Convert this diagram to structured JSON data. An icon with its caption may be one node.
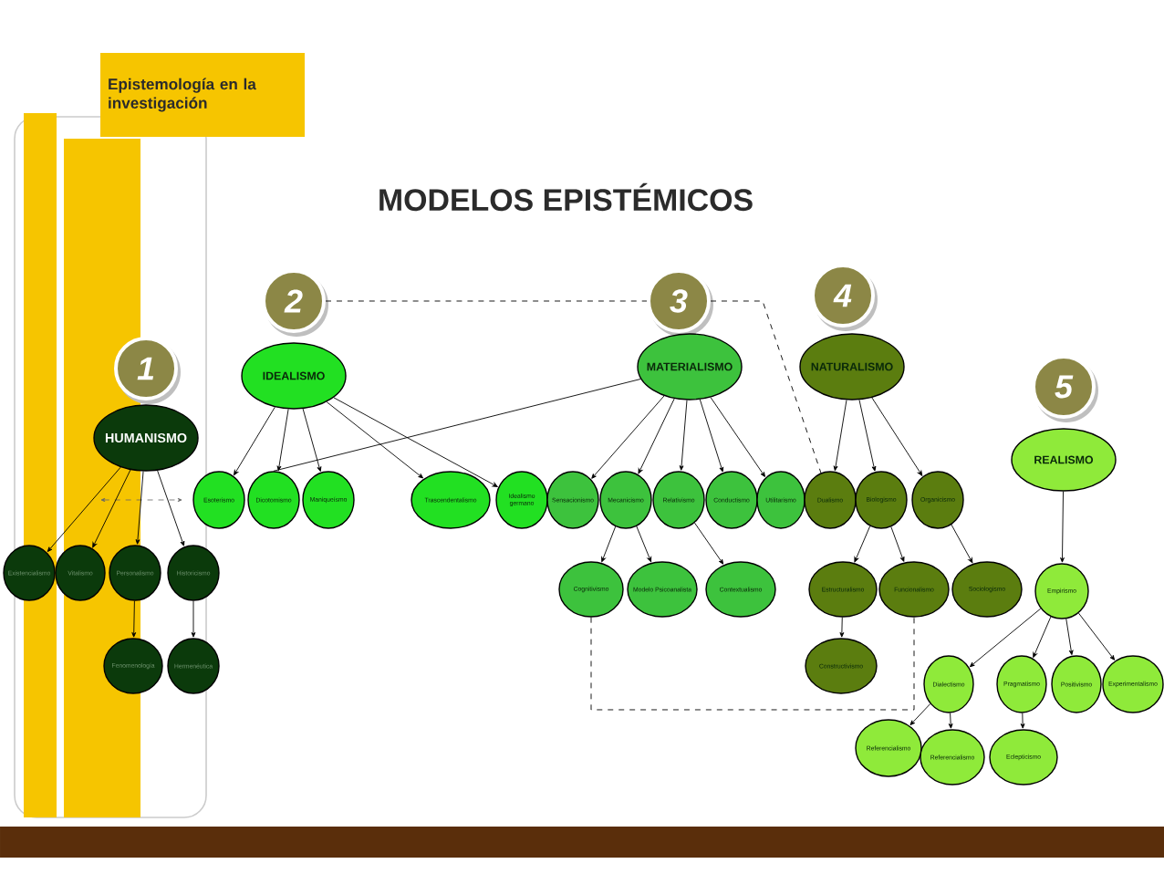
{
  "diagram": {
    "title": "MODELOS EPISTÉMICOS",
    "nodes": [
      {
        "text": [
          "Epistemología en la investigación"
        ]
      },
      {
        "text": [
          "2"
        ]
      },
      {
        "text": [
          "3"
        ]
      },
      {
        "text": [
          "4"
        ]
      },
      {
        "text": [
          "1"
        ]
      },
      {
        "text": [
          "IDEALISMO"
        ]
      },
      {
        "text": [
          "MATERIALISMO"
        ]
      },
      {
        "text": [
          "NATURALISMO"
        ]
      },
      {
        "text": [
          "5"
        ]
      },
      {
        "text": [
          "HUMANISMO"
        ]
      },
      {
        "text": [
          "REALISMO"
        ]
      },
      {
        "text": [
          "Esoterismo"
        ]
      },
      {
        "text": [
          "Dicotomismo"
        ]
      },
      {
        "text": [
          "Maniqueísmo"
        ]
      },
      {
        "text": [
          "Trascendentalismo"
        ]
      },
      {
        "text": [
          "Idealismo germano"
        ]
      },
      {
        "text": [
          "Sensacionismo"
        ]
      },
      {
        "text": [
          "Mecanicismo"
        ]
      },
      {
        "text": [
          "Relativismo"
        ]
      },
      {
        "text": [
          "Conductismo"
        ]
      },
      {
        "text": [
          "Utilitarismo"
        ]
      },
      {
        "text": [
          "Dualismo"
        ]
      },
      {
        "text": [
          "Biologismo"
        ]
      },
      {
        "text": [
          "Organicismo"
        ]
      },
      {
        "text": [
          "Existencialismo"
        ]
      },
      {
        "text": [
          "Vitalismo"
        ]
      },
      {
        "text": [
          "Personalismo"
        ]
      },
      {
        "text": [
          "Historicismo"
        ]
      },
      {
        "text": [
          "Cognitivismo"
        ]
      },
      {
        "text": [
          "Modelo Psicoanalista"
        ]
      },
      {
        "text": [
          "Contextualismo"
        ]
      },
      {
        "text": [
          "Estructuralismo"
        ]
      },
      {
        "text": [
          "Funcionalismo"
        ]
      },
      {
        "text": [
          "Sociologismo"
        ]
      },
      {
        "text": [
          "Empirismo"
        ]
      },
      {
        "text": [
          "Fenomenología"
        ]
      },
      {
        "text": [
          "Hermenéutica"
        ]
      },
      {
        "text": [
          "Constructivismo"
        ]
      },
      {
        "text": [
          "Dialectismo"
        ]
      },
      {
        "text": [
          "Pragmatismo"
        ]
      },
      {
        "text": [
          "Positivismo"
        ]
      },
      {
        "text": [
          "Experimentalismo"
        ]
      },
      {
        "text": [
          "Referencialismo"
        ]
      },
      {
        "text": [
          "Referencialismo"
        ]
      },
      {
        "text": [
          "Eclepticismo"
        ]
      }
    ],
    "edges": [
      {
        "from": 9,
        "to": 24,
        "arrow": "to"
      },
      {
        "from": 9,
        "to": 25,
        "arrow": "to"
      },
      {
        "from": 9,
        "to": 26,
        "arrow": "to"
      },
      {
        "from": 9,
        "to": 27,
        "arrow": "to"
      },
      {
        "from": 26,
        "to": 35,
        "arrow": "to"
      },
      {
        "from": 27,
        "to": 36,
        "arrow": "to"
      },
      {
        "from": 5,
        "to": 11,
        "arrow": "to"
      },
      {
        "from": 5,
        "to": 12,
        "arrow": "to"
      },
      {
        "from": 5,
        "to": 13,
        "arrow": "to"
      },
      {
        "from": 5,
        "to": 14,
        "arrow": "to"
      },
      {
        "from": 5,
        "to": 15,
        "arrow": "to"
      },
      {
        "from": 6,
        "to": 12,
        "arrow": "none"
      },
      {
        "from": 6,
        "to": 16,
        "arrow": "to"
      },
      {
        "from": 6,
        "to": 17,
        "arrow": "to"
      },
      {
        "from": 6,
        "to": 18,
        "arrow": "to"
      },
      {
        "from": 6,
        "to": 19,
        "arrow": "to"
      },
      {
        "from": 6,
        "to": 20,
        "arrow": "to"
      },
      {
        "from": 7,
        "to": 21,
        "arrow": "to"
      },
      {
        "from": 7,
        "to": 22,
        "arrow": "to"
      },
      {
        "from": 7,
        "to": 23,
        "arrow": "to"
      },
      {
        "from": 17,
        "to": 28,
        "arrow": "to"
      },
      {
        "from": 17,
        "to": 29,
        "arrow": "to"
      },
      {
        "from": 18,
        "to": 30,
        "arrow": "to"
      },
      {
        "from": 22,
        "to": 31,
        "arrow": "to"
      },
      {
        "from": 22,
        "to": 32,
        "arrow": "to"
      },
      {
        "from": 23,
        "to": 33,
        "arrow": "to"
      },
      {
        "from": 31,
        "to": 37,
        "arrow": "to"
      },
      {
        "from": 10,
        "to": 34,
        "arrow": "to"
      },
      {
        "from": 34,
        "to": 38,
        "arrow": "to"
      },
      {
        "from": 34,
        "to": 39,
        "arrow": "to"
      },
      {
        "from": 34,
        "to": 40,
        "arrow": "to"
      },
      {
        "from": 34,
        "to": 41,
        "arrow": "to"
      },
      {
        "from": 38,
        "to": 42,
        "arrow": "to"
      },
      {
        "from": 38,
        "to": 43,
        "arrow": "to"
      },
      {
        "from": 39,
        "to": 44,
        "arrow": "to"
      },
      {
        "from": 1,
        "to": 2,
        "arrow": "none",
        "style": "dashed"
      },
      {
        "from": 2,
        "to": 21,
        "arrow": "none",
        "style": "dashed"
      },
      {
        "from": 28,
        "to": 32,
        "arrow": "none",
        "style": "dashed"
      }
    ]
  }
}
